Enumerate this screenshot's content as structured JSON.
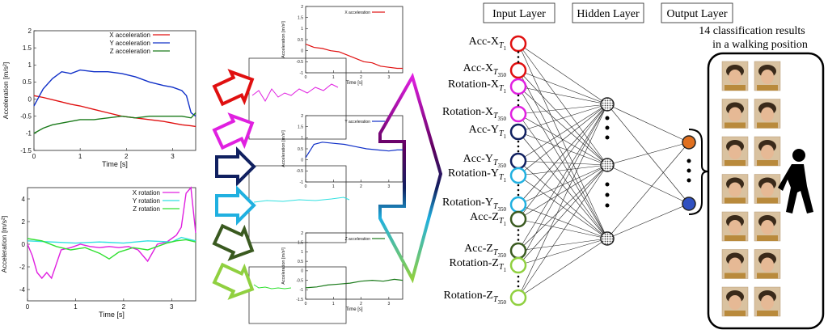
{
  "chart_data": [
    {
      "type": "line",
      "ylabel": "Acceleration [m/s²]",
      "xlabel": "Time [s]",
      "xlim": [
        0,
        3.5
      ],
      "ylim": [
        -1.5,
        2
      ],
      "xticks": [
        "0",
        "1",
        "2",
        "3"
      ],
      "yticks": [
        "-1.5",
        "-1",
        "-0.5",
        "0",
        "0.5",
        "1",
        "1.5",
        "2"
      ],
      "series": [
        {
          "name": "X acceleration",
          "color": "#e01010",
          "x": [
            0,
            0.2,
            0.5,
            0.8,
            1.0,
            1.3,
            1.6,
            1.9,
            2.2,
            2.5,
            2.8,
            3.0,
            3.2,
            3.4,
            3.5
          ],
          "y": [
            0.1,
            0.05,
            -0.05,
            -0.15,
            -0.2,
            -0.3,
            -0.4,
            -0.5,
            -0.55,
            -0.6,
            -0.65,
            -0.7,
            -0.75,
            -0.78,
            -0.8
          ]
        },
        {
          "name": "Y acceleration",
          "color": "#1030c8",
          "x": [
            0,
            0.2,
            0.4,
            0.6,
            0.8,
            1.0,
            1.3,
            1.6,
            1.9,
            2.2,
            2.5,
            2.8,
            3.0,
            3.2,
            3.3,
            3.4,
            3.5
          ],
          "y": [
            -0.2,
            0.3,
            0.6,
            0.8,
            0.75,
            0.85,
            0.8,
            0.8,
            0.75,
            0.65,
            0.5,
            0.4,
            0.35,
            0.25,
            0.1,
            -0.4,
            -0.5
          ]
        },
        {
          "name": "Z acceleration",
          "color": "#1a7a1a",
          "x": [
            0,
            0.2,
            0.4,
            0.6,
            0.8,
            1.0,
            1.3,
            1.6,
            1.9,
            2.2,
            2.5,
            2.8,
            3.0,
            3.2,
            3.4,
            3.5
          ],
          "y": [
            -1.0,
            -0.85,
            -0.75,
            -0.7,
            -0.65,
            -0.6,
            -0.6,
            -0.55,
            -0.5,
            -0.55,
            -0.5,
            -0.5,
            -0.5,
            -0.5,
            -0.55,
            -0.4
          ]
        }
      ]
    },
    {
      "type": "line",
      "ylabel": "Acceleration [m/s²]",
      "xlabel": "Time [s]",
      "xlim": [
        0,
        3.5
      ],
      "ylim": [
        -5,
        5
      ],
      "xticks": [
        "0",
        "1",
        "2",
        "3"
      ],
      "yticks": [
        "-4",
        "-2",
        "0",
        "2",
        "4"
      ],
      "series": [
        {
          "name": "X rotation",
          "color": "#e020e0",
          "x": [
            0,
            0.1,
            0.2,
            0.3,
            0.4,
            0.5,
            0.7,
            0.9,
            1.1,
            1.3,
            1.5,
            1.7,
            1.9,
            2.1,
            2.3,
            2.5,
            2.7,
            2.9,
            3.0,
            3.1,
            3.2,
            3.3,
            3.4,
            3.5
          ],
          "y": [
            0,
            -1,
            -2.5,
            -3,
            -2.5,
            -3,
            -0.5,
            -0.3,
            0,
            -0.2,
            -0.3,
            -0.2,
            -0.3,
            -0.2,
            -0.5,
            -1.5,
            0,
            0.2,
            0.5,
            0.8,
            1.5,
            4.5,
            5,
            1
          ]
        },
        {
          "name": "Y rotation",
          "color": "#30e0e0",
          "x": [
            0,
            0.5,
            1.0,
            1.5,
            2.0,
            2.5,
            3.0,
            3.2,
            3.4,
            3.5
          ],
          "y": [
            0.3,
            0.2,
            0.1,
            0.2,
            0.1,
            0.3,
            0.2,
            0.6,
            0.4,
            0.3
          ]
        },
        {
          "name": "Z rotation",
          "color": "#30e030",
          "x": [
            0,
            0.3,
            0.6,
            0.9,
            1.2,
            1.5,
            1.7,
            1.9,
            2.2,
            2.5,
            2.7,
            2.9,
            3.1,
            3.3,
            3.5
          ],
          "y": [
            0.5,
            0.3,
            -0.2,
            -0.5,
            -0.3,
            -0.8,
            -1.3,
            -0.7,
            -0.3,
            -0.5,
            -0.2,
            0.1,
            0.3,
            0.4,
            0.2
          ]
        }
      ]
    },
    {
      "type": "line",
      "ylabel": "Acceleration [m/s²]",
      "xlabel": "Time [s]",
      "xlim": [
        0,
        3.5
      ],
      "ylim": [
        -1,
        2
      ],
      "xticks": [
        "0",
        "1",
        "2",
        "3"
      ],
      "yticks": [
        "-1",
        "-0.5",
        "0",
        "0.5",
        "1",
        "1.5",
        "2"
      ],
      "series": [
        {
          "name": "X acceleration",
          "color": "#e01010",
          "x": [
            0,
            0.3,
            0.6,
            0.9,
            1.2,
            1.5,
            1.8,
            2.1,
            2.4,
            2.7,
            3.0,
            3.3,
            3.5
          ],
          "y": [
            0.3,
            0.15,
            0.1,
            0.0,
            -0.05,
            -0.2,
            -0.35,
            -0.5,
            -0.55,
            -0.7,
            -0.75,
            -0.8,
            -0.8
          ]
        }
      ]
    },
    {
      "type": "line",
      "ylabel": "Acceleration [m/s²]",
      "xlabel": "",
      "xlim": [
        0,
        3.5
      ],
      "ylim": [
        -1,
        2
      ],
      "xticks": [
        "0",
        "1",
        "2",
        "3"
      ],
      "yticks": [
        "-1",
        "-0.5",
        "0",
        "0.5",
        "1",
        "1.5",
        "2"
      ],
      "series": [
        {
          "name": "Y acceleration",
          "color": "#1030c8",
          "x": [
            0,
            0.3,
            0.6,
            1.0,
            1.4,
            1.8,
            2.2,
            2.6,
            3.0,
            3.3,
            3.5
          ],
          "y": [
            0.1,
            0.7,
            0.8,
            0.75,
            0.7,
            0.6,
            0.5,
            0.45,
            0.4,
            0.45,
            0.45
          ]
        }
      ]
    },
    {
      "type": "line",
      "ylabel": "Acceleration [m/s²]",
      "xlabel": "Time [s]",
      "xlim": [
        0,
        3.5
      ],
      "ylim": [
        -1.5,
        2
      ],
      "xticks": [
        "0",
        "1",
        "2",
        "3"
      ],
      "yticks": [
        "-1.5",
        "-1",
        "-0.5",
        "0",
        "0.5",
        "1",
        "1.5",
        "2"
      ],
      "series": [
        {
          "name": "Z acceleration",
          "color": "#1a7a1a",
          "x": [
            0,
            0.4,
            0.8,
            1.2,
            1.6,
            2.0,
            2.4,
            2.8,
            3.2,
            3.5
          ],
          "y": [
            -0.9,
            -0.85,
            -0.75,
            -0.7,
            -0.65,
            -0.55,
            -0.5,
            -0.55,
            -0.45,
            -0.5
          ]
        }
      ]
    }
  ],
  "network": {
    "input_layer_title": "Input Layer",
    "hidden_layer_title": "Hidden Layer",
    "output_layer_title": "Output Layer",
    "input_nodes": [
      {
        "base": "Acc-X",
        "sub": "T",
        "subsub": "1",
        "color": "#e01010"
      },
      {
        "base": "Acc-X",
        "sub": "T",
        "subsub": "350",
        "color": "#e01010"
      },
      {
        "base": "Rotation-X",
        "sub": "T",
        "subsub": "1",
        "color": "#e020e0"
      },
      {
        "base": "Rotation-X",
        "sub": "T",
        "subsub": "350",
        "color": "#e020e0"
      },
      {
        "base": "Acc-Y",
        "sub": "T",
        "subsub": "1",
        "color": "#102060"
      },
      {
        "base": "Acc-Y",
        "sub": "T",
        "subsub": "350",
        "color": "#102060"
      },
      {
        "base": "Rotation-Y",
        "sub": "T",
        "subsub": "1",
        "color": "#20b0e0"
      },
      {
        "base": "Rotation-Y",
        "sub": "T",
        "subsub": "350",
        "color": "#20b0e0"
      },
      {
        "base": "Acc-Z",
        "sub": "T",
        "subsub": "1",
        "color": "#3a5a20"
      },
      {
        "base": "Acc-Z",
        "sub": "T",
        "subsub": "350",
        "color": "#3a5a20"
      },
      {
        "base": "Rotation-Z",
        "sub": "T",
        "subsub": "1",
        "color": "#90d040"
      },
      {
        "base": "Rotation-Z",
        "sub": "T",
        "subsub": "350",
        "color": "#90d040"
      }
    ],
    "output_colors": [
      "#e07020",
      "#3050c0"
    ],
    "result_title_line1": "14 classification results",
    "result_title_line2": "in a walking position"
  },
  "arrow_colors": [
    "#e01010",
    "#e020e0",
    "#102060",
    "#20b0e0",
    "#3a5a20",
    "#90d040"
  ]
}
